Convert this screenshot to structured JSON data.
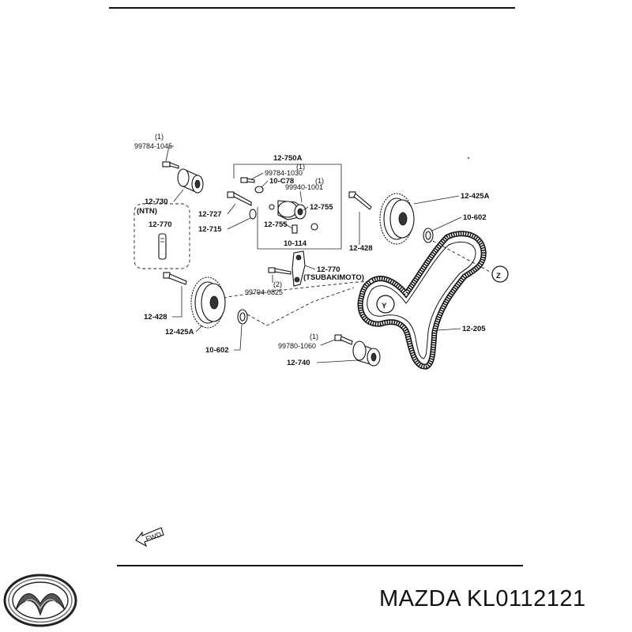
{
  "brand": {
    "caption": "MAZDA KL0112121",
    "logo": "mazda-logo"
  },
  "diagram": {
    "labels": {
      "bolt_99784_1045": "99784-1045",
      "bolt_99784_1045_qty": "(1)",
      "idler_12_730": "12-730",
      "ntn": "(NTN)",
      "tensioner_ntn_12_770": "12-770",
      "tensioner_assy_12_750A": "12-750A",
      "bolt_99784_1030_qty": "(1)",
      "bolt_99784_1030": "99784-1030",
      "part_10_C78": "10-C78",
      "part_99940_1001_qty": "(1)",
      "part_99940_1001": "99940-1001",
      "part_12_755_right": "12-755",
      "part_12_755_left": "12-755",
      "part_12_727": "12-727",
      "part_12_715": "12-715",
      "part_10_114": "10-114",
      "bolt_12_428_right": "12-428",
      "pulley_12_425A_right": "12-425A",
      "seal_10_602_right": "10-602",
      "tensioner_tsubakimoto_12_770": "12-770",
      "tsubakimoto": "(TSUBAKIMOTO)",
      "bolt_99794_0825_qty": "(2)",
      "bolt_99794_0825": "99794-0825",
      "bolt_12_428_left": "12-428",
      "pulley_12_425A_left": "12-425A",
      "seal_10_602_left": "10-602",
      "bolt_99780_1060_qty": "(1)",
      "bolt_99780_1060": "99780-1060",
      "idler_12_740": "12-740",
      "belt_12_205": "12-205",
      "mark_y": "Y",
      "mark_z": "Z",
      "fwd": "FWD"
    }
  }
}
